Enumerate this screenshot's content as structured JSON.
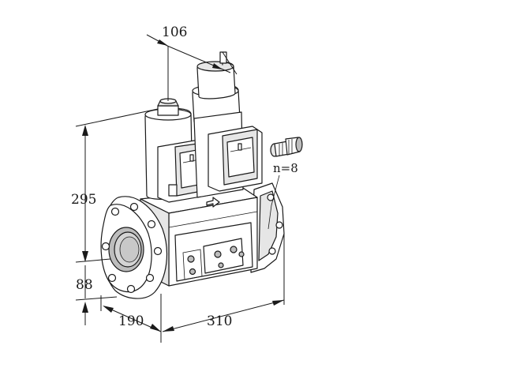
{
  "dimensions": {
    "top_width": "106",
    "height_total": "295",
    "height_axis": "88",
    "depth": "190",
    "length": "310",
    "bolt_count": "n=8"
  },
  "colors": {
    "line": "#1a1a1a",
    "background": "#ffffff"
  }
}
